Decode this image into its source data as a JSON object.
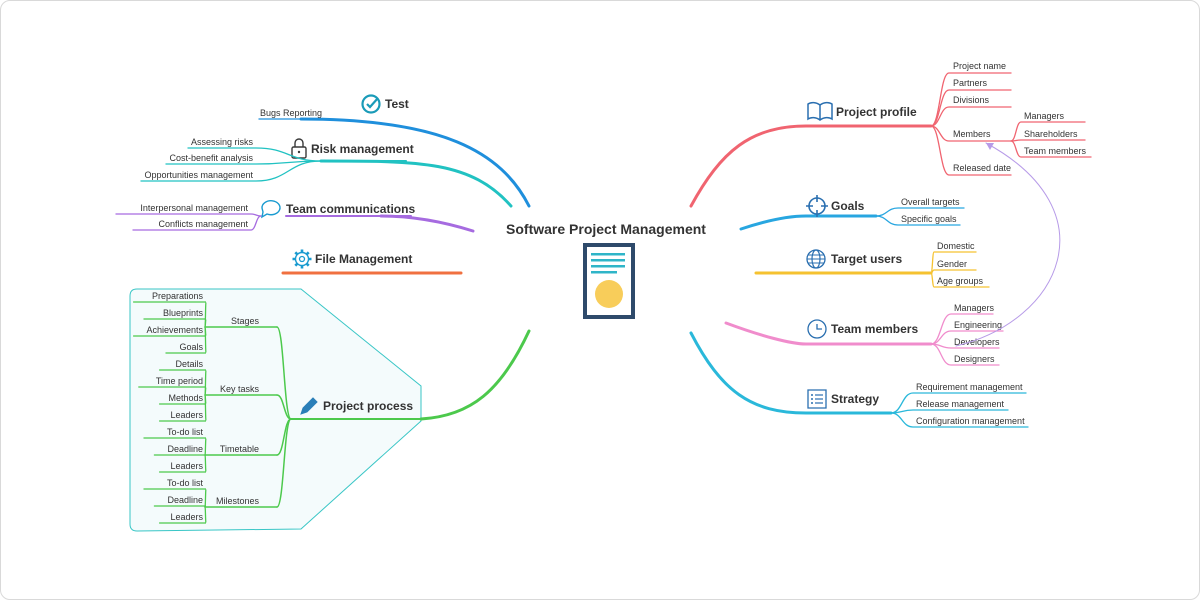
{
  "central": {
    "title": "Software Project Management",
    "icon": "document-icon"
  },
  "colors": {
    "test": "#1f8fdc",
    "risk": "#21c2c2",
    "communications": "#a66be0",
    "file": "#f07040",
    "process": "#4cc94c",
    "profile": "#f06470",
    "goals": "#28a6e0",
    "target_users": "#f5c230",
    "team_members": "#f08ccc",
    "strategy": "#2ab8da",
    "relation": "#b79be8",
    "process_boundary": "#39c6c6"
  },
  "branches": {
    "test": {
      "label": "Test",
      "icon": "check-circle-icon",
      "children": [
        "Bugs Reporting"
      ]
    },
    "risk": {
      "label": "Risk management",
      "icon": "lock-icon",
      "children": [
        "Assessing risks",
        "Cost-benefit analysis",
        "Opportunities management"
      ]
    },
    "communications": {
      "label": "Team communications",
      "icon": "speech-bubble-icon",
      "children": [
        "Interpersonal management",
        "Conflicts management"
      ]
    },
    "file": {
      "label": "File Management",
      "icon": "gear-icon",
      "children": []
    },
    "process": {
      "label": "Project process",
      "icon": "pencil-icon",
      "groups": [
        {
          "label": "Stages",
          "children": [
            "Preparations",
            "Blueprints",
            "Achievements",
            "Goals"
          ]
        },
        {
          "label": "Key tasks",
          "children": [
            "Details",
            "Time period",
            "Methods",
            "Leaders"
          ]
        },
        {
          "label": "Timetable",
          "children": [
            "To-do list",
            "Deadline",
            "Leaders"
          ]
        },
        {
          "label": "Milestones",
          "children": [
            "To-do list",
            "Deadline",
            "Leaders"
          ]
        }
      ]
    },
    "profile": {
      "label": "Project profile",
      "icon": "book-icon",
      "children": [
        "Project name",
        "Partners",
        "Divisions",
        "Members",
        "Released date"
      ],
      "members_children": [
        "Managers",
        "Shareholders",
        "Team members"
      ]
    },
    "goals": {
      "label": "Goals",
      "icon": "target-icon",
      "children": [
        "Overall targets",
        "Specific goals"
      ]
    },
    "target_users": {
      "label": "Target users",
      "icon": "globe-icon",
      "children": [
        "Domestic",
        "Gender",
        "Age groups"
      ]
    },
    "team_members": {
      "label": "Team members",
      "icon": "clock-icon",
      "children": [
        "Managers",
        "Engineering",
        "Developers",
        "Designers"
      ]
    },
    "strategy": {
      "label": "Strategy",
      "icon": "list-icon",
      "children": [
        "Requirement management",
        "Release management",
        "Configuration management"
      ]
    }
  }
}
